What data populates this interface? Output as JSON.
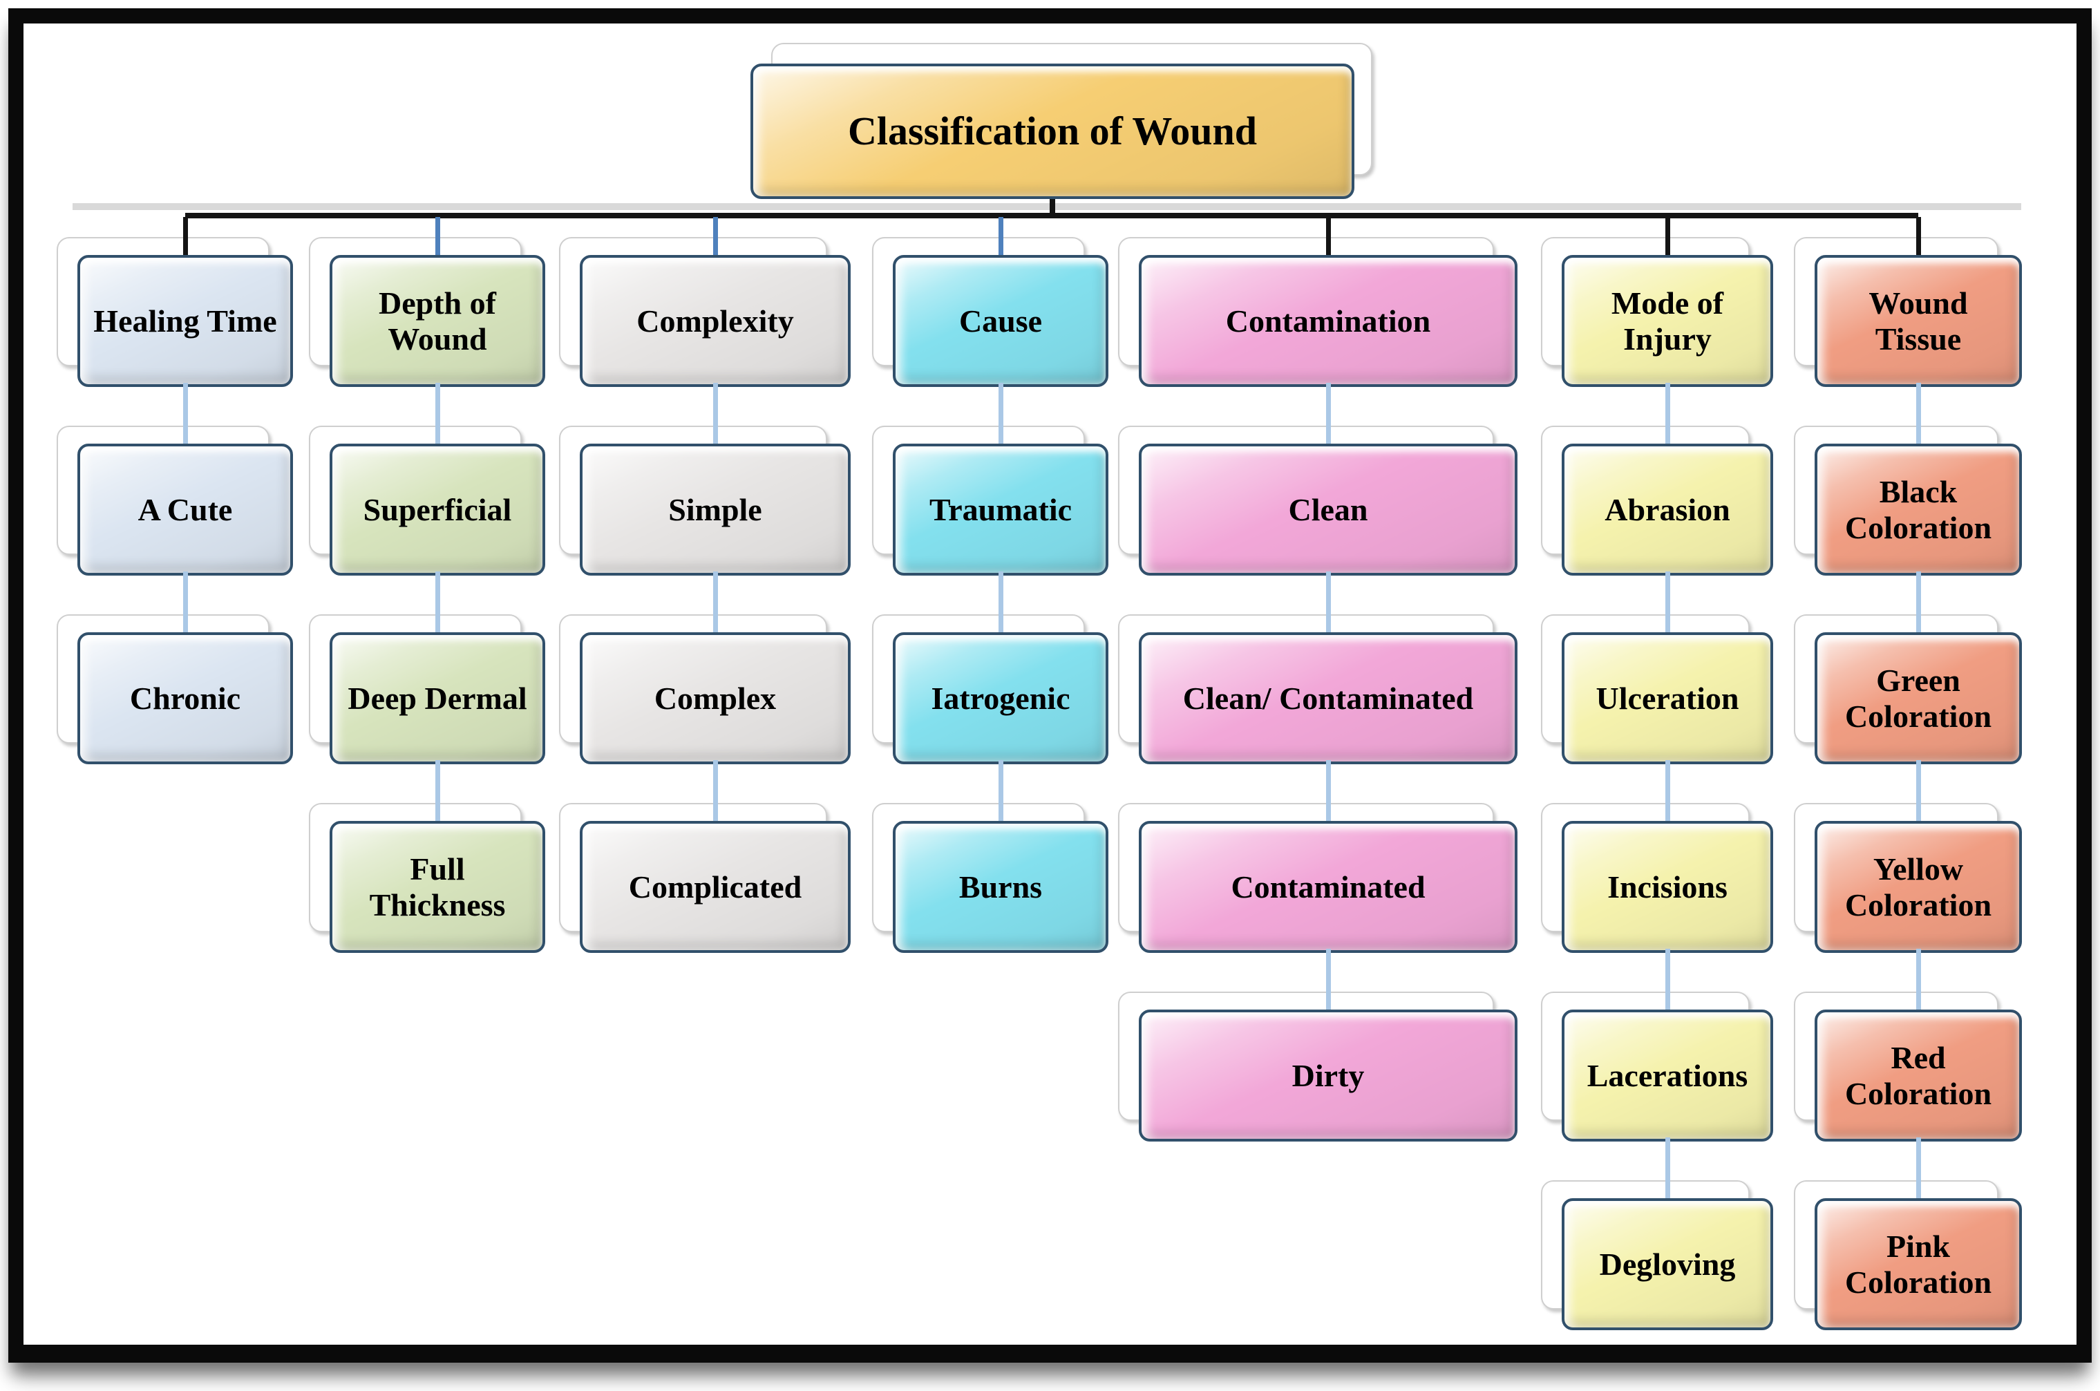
{
  "title": "Classification of Wound",
  "columns": [
    {
      "header": "Healing Time",
      "color": "#dbe5f1",
      "children": [
        "A Cute",
        "Chronic"
      ]
    },
    {
      "header": "Depth of Wound",
      "color": "#d7e4bd",
      "children": [
        "Superficial",
        "Deep Dermal",
        "Full Thickness"
      ]
    },
    {
      "header": "Complexity",
      "color": "#e7e5e4",
      "children": [
        "Simple",
        "Complex",
        "Complicated"
      ]
    },
    {
      "header": "Cause",
      "color": "#83e0ee",
      "children": [
        "Traumatic",
        "Iatrogenic",
        "Burns"
      ]
    },
    {
      "header": "Contamination",
      "color": "#f2a7d8",
      "children": [
        "Clean",
        "Clean/ Contaminated",
        "Contaminated",
        "Dirty"
      ]
    },
    {
      "header": "Mode of Injury",
      "color": "#f5f2ad",
      "children": [
        "Abrasion",
        "Ulceration",
        "Incisions",
        "Lacerations",
        "Degloving"
      ]
    },
    {
      "header": "Wound Tissue",
      "color": "#f09d82",
      "children": [
        "Black Coloration",
        "Green Coloration",
        "Yellow Coloration",
        "Red Coloration",
        "Pink Coloration"
      ]
    }
  ],
  "colors": {
    "title_fill": "#f6ce73",
    "node_border": "#31506b",
    "connector_light": "#aac8e6",
    "connector_dark": "#141414",
    "connector_accent": "#4f81bd",
    "frame": "#0a0a0a",
    "shadow_box": "#ffffff"
  }
}
